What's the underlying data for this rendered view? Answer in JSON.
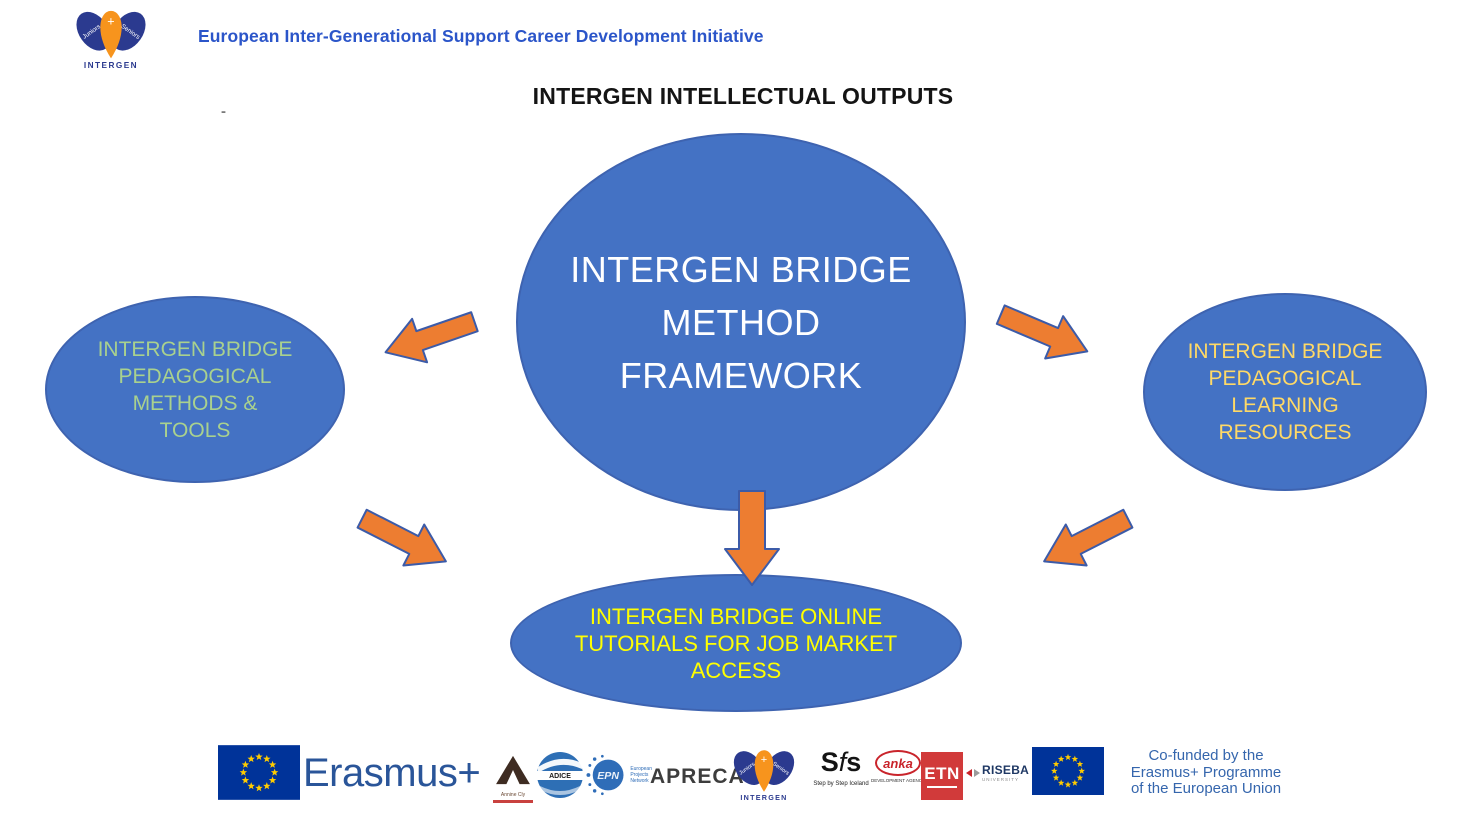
{
  "header": {
    "title": "European Inter-Generational Support Career Development Initiative",
    "dash": "-"
  },
  "intergen_logo": {
    "name": "INTERGEN",
    "left_wing": "Juniors",
    "right_wing": "Seniors",
    "plus": "+"
  },
  "main": {
    "title": "INTERGEN INTELLECTUAL OUTPUTS",
    "nodes": {
      "center": {
        "lines": [
          "INTERGEN BRIDGE",
          "METHOD",
          "FRAMEWORK"
        ],
        "text_color": "#FFFFFF"
      },
      "left": {
        "lines": [
          "INTERGEN BRIDGE",
          "PEDAGOGICAL",
          "METHODS &",
          "TOOLS"
        ],
        "text_color": "#A9D18E"
      },
      "right": {
        "lines": [
          "INTERGEN BRIDGE",
          "PEDAGOGICAL",
          "LEARNING",
          "RESOURCES"
        ],
        "text_color": "#FFD966"
      },
      "bottom": {
        "lines": [
          "INTERGEN BRIDGE ONLINE",
          "TUTORIALS FOR JOB MARKET",
          "ACCESS"
        ],
        "text_color": "#FFFF00"
      }
    },
    "colors": {
      "ellipse_fill": "#4472C4",
      "arrow_fill": "#ED7D31",
      "arrow_stroke": "#3C5BA8"
    }
  },
  "footer": {
    "erasmus_label": "Erasmus+",
    "partners": {
      "triangle": {
        "sub": "Annine Cly"
      },
      "adice": {
        "label": "ADICE"
      },
      "epn": {
        "label": "EPN",
        "lines": [
          "European",
          "Projects",
          "Network"
        ]
      },
      "apreca": {
        "label": "APRECA"
      },
      "sfs": {
        "s1": "S",
        "f": "f",
        "s2": "s",
        "sub": "Step by Step Iceland"
      },
      "anka": {
        "label": "anka",
        "sub": "DEVELOPMENT AGENCY"
      },
      "etn": {
        "label": "ETN"
      },
      "riseba": {
        "label": "RISEBA",
        "sub": "UNIVERSITY"
      }
    },
    "cofunded": {
      "line1": "Co-funded by the",
      "line2": "Erasmus+ Programme",
      "line3": "of the European Union"
    }
  }
}
